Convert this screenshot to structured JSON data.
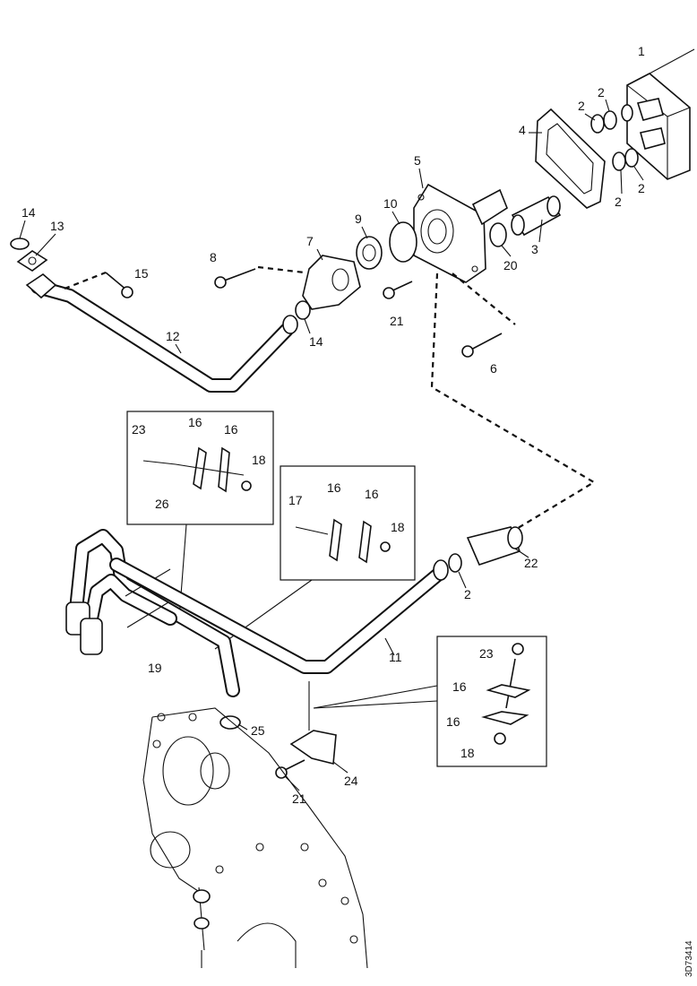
{
  "diagram": {
    "callouts": [
      {
        "id": "c-1",
        "text": "1"
      },
      {
        "id": "c-2a",
        "text": "2"
      },
      {
        "id": "c-2b",
        "text": "2"
      },
      {
        "id": "c-2c",
        "text": "2"
      },
      {
        "id": "c-2d",
        "text": "2"
      },
      {
        "id": "c-2e",
        "text": "2"
      },
      {
        "id": "c-3",
        "text": "3"
      },
      {
        "id": "c-4",
        "text": "4"
      },
      {
        "id": "c-5",
        "text": "5"
      },
      {
        "id": "c-6a",
        "text": "6"
      },
      {
        "id": "c-7",
        "text": "7"
      },
      {
        "id": "c-8",
        "text": "8"
      },
      {
        "id": "c-9",
        "text": "9"
      },
      {
        "id": "c-10",
        "text": "10"
      },
      {
        "id": "c-11",
        "text": "11"
      },
      {
        "id": "c-12",
        "text": "12"
      },
      {
        "id": "c-13",
        "text": "13"
      },
      {
        "id": "c-14a",
        "text": "14"
      },
      {
        "id": "c-14b",
        "text": "14"
      },
      {
        "id": "c-15",
        "text": "15"
      },
      {
        "id": "c-16a",
        "text": "16"
      },
      {
        "id": "c-16b",
        "text": "16"
      },
      {
        "id": "c-16c",
        "text": "16"
      },
      {
        "id": "c-16d",
        "text": "16"
      },
      {
        "id": "c-16e",
        "text": "16"
      },
      {
        "id": "c-16f",
        "text": "16"
      },
      {
        "id": "c-17",
        "text": "17"
      },
      {
        "id": "c-18a",
        "text": "18"
      },
      {
        "id": "c-18b",
        "text": "18"
      },
      {
        "id": "c-18c",
        "text": "18"
      },
      {
        "id": "c-19",
        "text": "19"
      },
      {
        "id": "c-20",
        "text": "20"
      },
      {
        "id": "c-21a",
        "text": "21"
      },
      {
        "id": "c-21b",
        "text": "21"
      },
      {
        "id": "c-22",
        "text": "22"
      },
      {
        "id": "c-23a",
        "text": "23"
      },
      {
        "id": "c-23b",
        "text": "23"
      },
      {
        "id": "c-24",
        "text": "24"
      },
      {
        "id": "c-25",
        "text": "25"
      },
      {
        "id": "c-26",
        "text": "26"
      }
    ],
    "figure_code": "3D73414"
  }
}
